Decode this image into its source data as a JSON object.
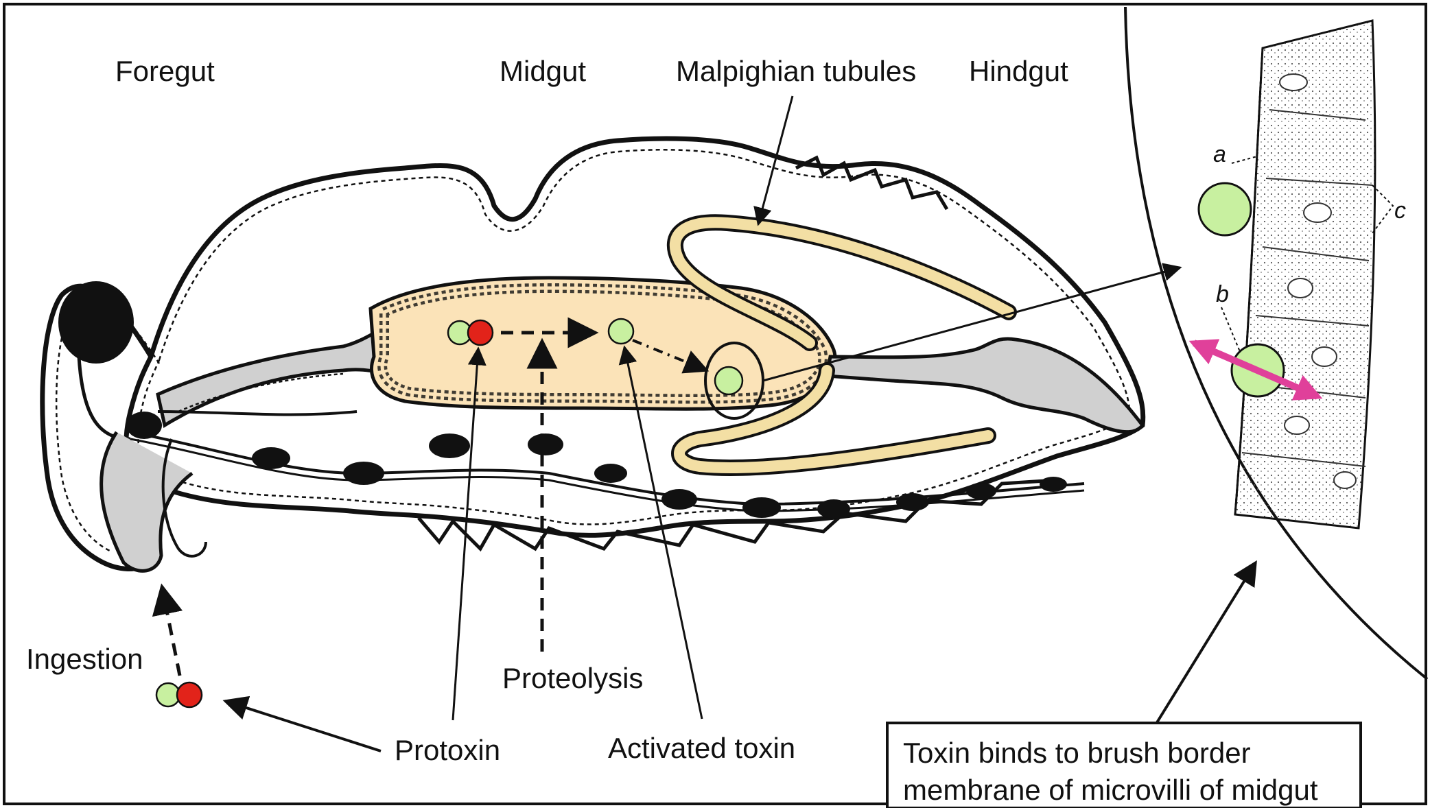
{
  "labels": {
    "foregut": "Foregut",
    "midgut": "Midgut",
    "malpighian": "Malpighian tubules",
    "hindgut": "Hindgut",
    "ingestion": "Ingestion",
    "proteolysis": "Proteolysis",
    "protoxin": "Protoxin",
    "activated_toxin": "Activated toxin",
    "callout_line1": "Toxin binds to brush border",
    "callout_line2": "membrane of microvilli of midgut",
    "inset_a": "a",
    "inset_b": "b",
    "inset_c": "c"
  },
  "colors": {
    "midgut_lumen": "#fbe3b8",
    "protoxin_red": "#e2231a",
    "toxin_green": "#c8f0a0",
    "double_arrow": "#e0409a",
    "gut_gray": "#d0d0d0",
    "outline": "#111111"
  }
}
